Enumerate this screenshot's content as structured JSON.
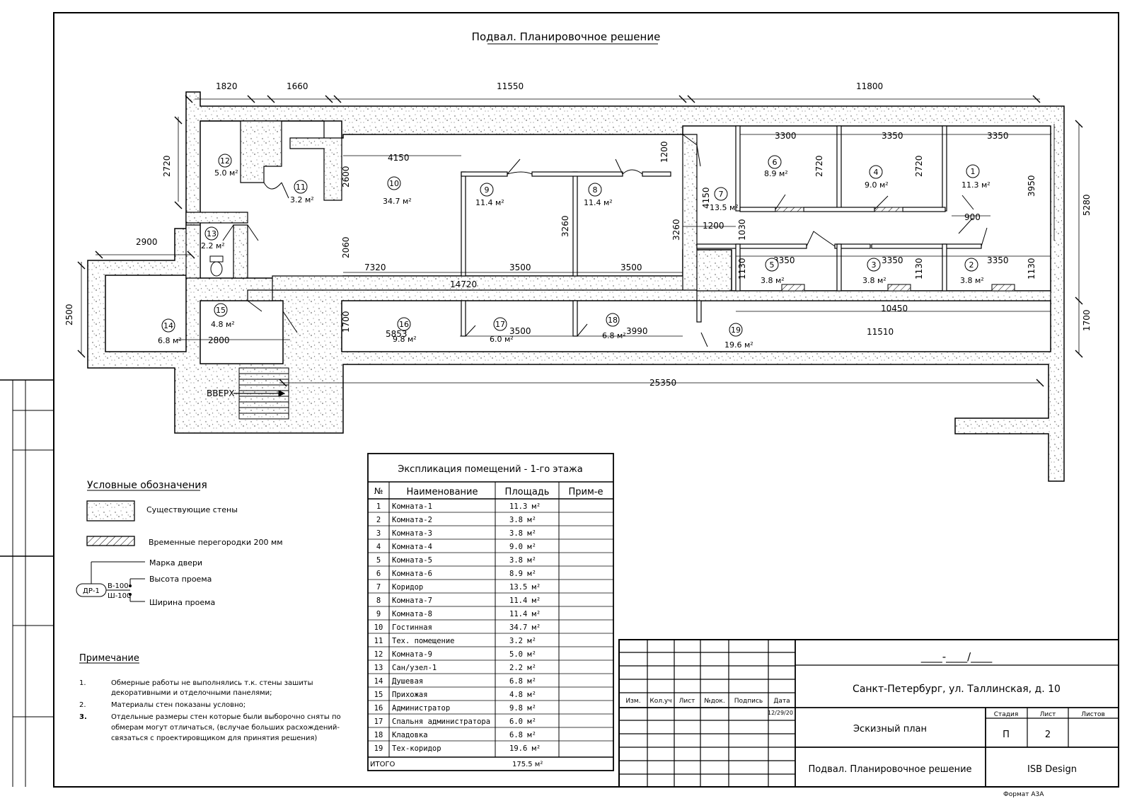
{
  "title": "Подвал. Планировочное решение",
  "dimensions": {
    "top": [
      "1820",
      "1660",
      "11550",
      "11800"
    ],
    "left": [
      "2720",
      "2900",
      "2500"
    ],
    "right": [
      "3950",
      "5280",
      "1700"
    ],
    "interior": [
      "4150",
      "2600",
      "2060",
      "1200",
      "3260",
      "3260",
      "3300",
      "3350",
      "3350",
      "2720",
      "2720",
      "4150",
      "1200",
      "1030",
      "900",
      "3350",
      "3350",
      "3350",
      "1130",
      "1130",
      "1130",
      "7320",
      "14720",
      "3500",
      "3500",
      "10450",
      "2800",
      "5853",
      "1700",
      "3500",
      "3990",
      "11510",
      "25350"
    ]
  },
  "rooms": [
    {
      "num": "12",
      "area": "5.0 м²"
    },
    {
      "num": "11",
      "area": "3.2 м²"
    },
    {
      "num": "10",
      "area": "34.7 м²"
    },
    {
      "num": "9",
      "area": "11.4 м²"
    },
    {
      "num": "8",
      "area": "11.4 м²"
    },
    {
      "num": "7",
      "area": "13.5 м²"
    },
    {
      "num": "6",
      "area": "8.9 м²"
    },
    {
      "num": "4",
      "area": "9.0 м²"
    },
    {
      "num": "1",
      "area": "11.3 м²"
    },
    {
      "num": "13",
      "area": "2.2 м²"
    },
    {
      "num": "5",
      "area": "3.8 м²"
    },
    {
      "num": "3",
      "area": "3.8 м²"
    },
    {
      "num": "2",
      "area": "3.8 м²"
    },
    {
      "num": "14",
      "area": "6.8 м²"
    },
    {
      "num": "15",
      "area": "4.8 м²"
    },
    {
      "num": "16",
      "area": "9.8 м²"
    },
    {
      "num": "17",
      "area": "6.0 м²"
    },
    {
      "num": "18",
      "area": "6.8 м²"
    },
    {
      "num": "19",
      "area": "19.6 м²"
    }
  ],
  "stairs_label": "ВВЕРХ",
  "legend": {
    "title": "Условные обозначения",
    "existing_walls": "Существующие стены",
    "temp_partitions": "Временные перегородки 200 мм",
    "door_mark": "Марка двери",
    "opening_height": "Высота проема",
    "opening_width": "Ширина проема",
    "door_tag": "ДР-1",
    "height_value": "В-100",
    "width_value": "Ш-100"
  },
  "notes": {
    "title": "Примечание",
    "items": [
      {
        "n": "1.",
        "lines": [
          "Обмерные работы не выполнялись т.к. стены зашиты",
          "декоративными и отделочными панелями;"
        ]
      },
      {
        "n": "2.",
        "lines": [
          "Материалы стен показаны условно;"
        ]
      },
      {
        "n": "3.",
        "lines": [
          "Отдельные размеры стен которые были выборочно сняты по",
          "обмерам могут отличаться, (вслучае больших расхождений-",
          "связаться с проектировщиком для принятия решения)"
        ]
      }
    ]
  },
  "explication": {
    "title": "Экспликация помещений - 1-го этажа",
    "headers": [
      "№",
      "Наименование",
      "Площадь",
      "Прим-е"
    ],
    "rows": [
      [
        "1",
        "Комната-1",
        "11.3 м²"
      ],
      [
        "2",
        "Комната-2",
        "3.8 м²"
      ],
      [
        "3",
        "Комната-3",
        "3.8 м²"
      ],
      [
        "4",
        "Комната-4",
        "9.0 м²"
      ],
      [
        "5",
        "Комната-5",
        "3.8 м²"
      ],
      [
        "6",
        "Комната-6",
        "8.9 м²"
      ],
      [
        "7",
        "Коридор",
        "13.5 м²"
      ],
      [
        "8",
        "Комната-7",
        "11.4 м²"
      ],
      [
        "9",
        "Комната-8",
        "11.4 м²"
      ],
      [
        "10",
        "Гостинная",
        "34.7 м²"
      ],
      [
        "11",
        "Тех. помещение",
        "3.2 м²"
      ],
      [
        "12",
        "Комната-9",
        "5.0 м²"
      ],
      [
        "13",
        "Сан/узел-1",
        "2.2 м²"
      ],
      [
        "14",
        "Душевая",
        "6.8 м²"
      ],
      [
        "15",
        "Прихожая",
        "4.8 м²"
      ],
      [
        "16",
        "Администратор",
        "9.8 м²"
      ],
      [
        "17",
        "Спальня администратора",
        "6.0 м²"
      ],
      [
        "18",
        "Кладовка",
        "6.8 м²"
      ],
      [
        "19",
        "Тех-коридор",
        "19.6 м²"
      ]
    ],
    "total_label": "ИТОГО",
    "total_value": "175.5 м²"
  },
  "stamp": {
    "doc_code": "____-____/____",
    "address": "Санкт-Петербург, ул. Таллинская, д. 10",
    "col_headers": [
      "Изм.",
      "Кол.уч",
      "Лист",
      "№док.",
      "Подпись",
      "Дата"
    ],
    "date": "12/29/20",
    "stage_headers": [
      "Стадия",
      "Лист",
      "Листов"
    ],
    "stage": "П",
    "sheet": "2",
    "doc_type": "Эскизный план",
    "sheet_title": "Подвал. Планировочное решение",
    "company": "ISB Design",
    "format": "Формат А3А"
  }
}
